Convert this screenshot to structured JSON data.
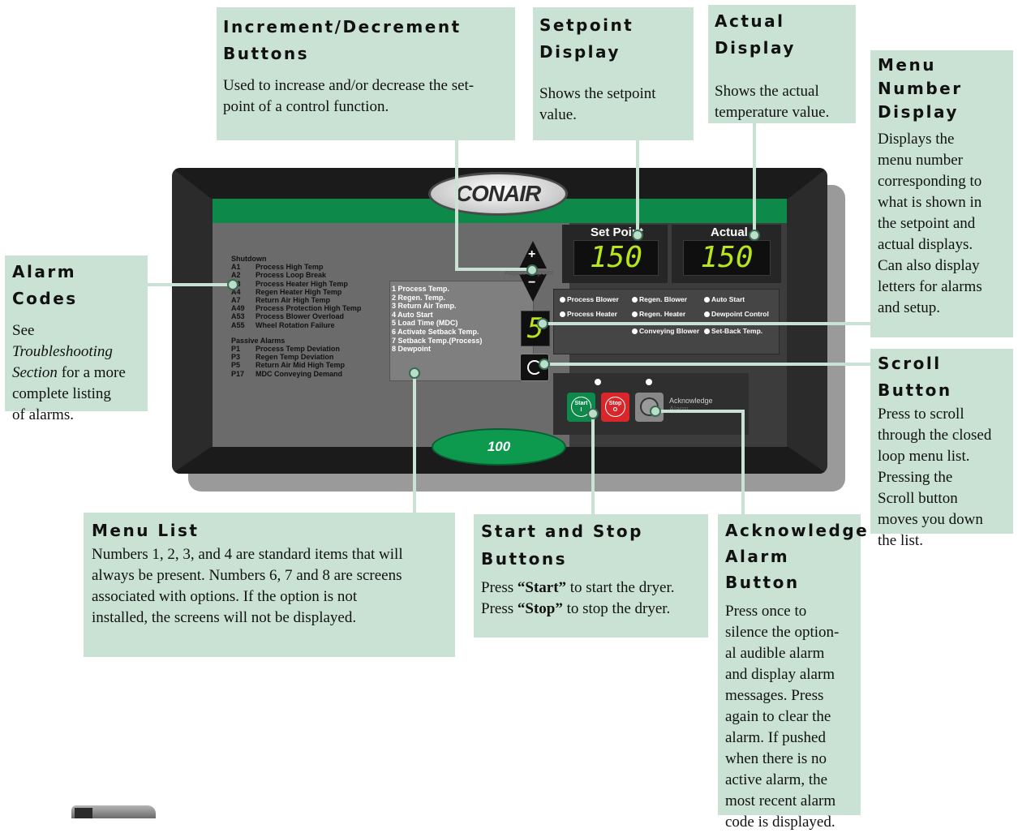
{
  "callouts": {
    "increment": {
      "title_line1": "Increment/Decrement",
      "title_line2": "Buttons",
      "body_line1": "Used to increase and/or decrease the set-",
      "body_line2": "point of a control function."
    },
    "setpoint": {
      "title_line1": "Setpoint",
      "title_line2": "Display",
      "body_line1": "Shows the setpoint",
      "body_line2": "value."
    },
    "actual": {
      "title_line1": "Actual",
      "title_line2": "Display",
      "body_line1": "Shows the actual",
      "body_line2": "temperature value."
    },
    "menu_number": {
      "title_line1": "Menu",
      "title_line2": "Number",
      "title_line3": "Display",
      "body": [
        "Displays the",
        "menu number",
        "corresponding to",
        "what is shown in",
        "the setpoint and",
        "actual displays.",
        "Can also display",
        "letters for alarms",
        "and setup."
      ]
    },
    "alarm_codes": {
      "title": "Alarm Codes",
      "body_line1": "See",
      "body_line2_italic": "Troubleshooting",
      "body_line3_italic": "Section",
      "body_line3_rest": " for a more",
      "body_line4": "complete listing",
      "body_line5": "of alarms."
    },
    "scroll": {
      "title": "Scroll Button",
      "body": [
        "Press to scroll",
        "through the closed",
        "loop menu list.",
        "Pressing the",
        "Scroll button",
        "moves you down",
        "the list."
      ]
    },
    "menu_list": {
      "title": "Menu List",
      "body": [
        "Numbers 1, 2, 3, and 4 are standard items that will",
        "always be present.  Numbers 6, 7 and 8 are screens",
        "associated with options.  If the option is not",
        "installed, the screens will not be displayed."
      ]
    },
    "start_stop": {
      "title_line1": "Start and Stop",
      "title_line2": "Buttons",
      "line1_pre": "Press ",
      "line1_bold": "“Start”",
      "line1_post": " to start the dryer.",
      "line2_pre": "Press ",
      "line2_bold": "“Stop”",
      "line2_post": " to stop the dryer."
    },
    "acknowledge": {
      "title_line1": "Acknowledge",
      "title_line2": "Alarm Button",
      "body": [
        "Press once to",
        "silence the option-",
        "al audible alarm",
        "and display alarm",
        "messages. Press",
        "again to clear the",
        "alarm. If pushed",
        "when there is no",
        "active alarm, the",
        "most recent alarm",
        "code is displayed."
      ]
    }
  },
  "panel": {
    "brand": "CONAIR",
    "model": "100",
    "setpoint_label": "Set Point",
    "setpoint_value": "150",
    "actual_label": "Actual",
    "actual_value": "150",
    "menu_number_value": "5",
    "plus": "+",
    "minus": "−",
    "arrow_label": "Adjust Setpoint",
    "shutdown_title": "Shutdown",
    "shutdown_alarms": [
      {
        "code": "A1",
        "desc": "Process High Temp"
      },
      {
        "code": "A2",
        "desc": "Process Loop Break"
      },
      {
        "code": "A3",
        "desc": "Process Heater High Temp"
      },
      {
        "code": "A4",
        "desc": "Regen Heater High Temp"
      },
      {
        "code": "A7",
        "desc": "Return Air High Temp"
      },
      {
        "code": "A49",
        "desc": "Process Protection High Temp"
      },
      {
        "code": "A53",
        "desc": "Process Blower Overload"
      },
      {
        "code": "A55",
        "desc": "Wheel Rotation Failure"
      }
    ],
    "passive_title": "Passive Alarms",
    "passive_alarms": [
      {
        "code": "P1",
        "desc": "Process Temp Deviation"
      },
      {
        "code": "P3",
        "desc": "Regen Temp Deviation"
      },
      {
        "code": "P5",
        "desc": "Return Air Mid High Temp"
      },
      {
        "code": "P17",
        "desc": "MDC Conveying Demand"
      }
    ],
    "menu_items": [
      "1 Process Temp.",
      "2 Regen. Temp.",
      "3 Return Air Temp.",
      "4 Auto Start",
      "5 Load Time (MDC)",
      "6 Activate Setback Temp.",
      "7 Setback Temp.(Process)",
      "8 Dewpoint"
    ],
    "status_lights": [
      "Process Blower",
      "Regen. Blower",
      "Auto Start",
      "Process Heater",
      "Regen. Heater",
      "Dewpoint Control",
      "Conveying Blower",
      "Set-Back Temp."
    ],
    "start_label": "Start",
    "start_symbol": "I",
    "stop_label": "Stop",
    "stop_symbol": "O",
    "acknowledge_label": "Acknowledge",
    "acknowledge_label2": "Alarm"
  },
  "colors": {
    "callout_bg": "#c9e2d3",
    "panel_dark": "#2b2b2b",
    "brand_green": "#0d8a4a",
    "display_green": "#b8e61a",
    "stop_red": "#d9262b"
  }
}
